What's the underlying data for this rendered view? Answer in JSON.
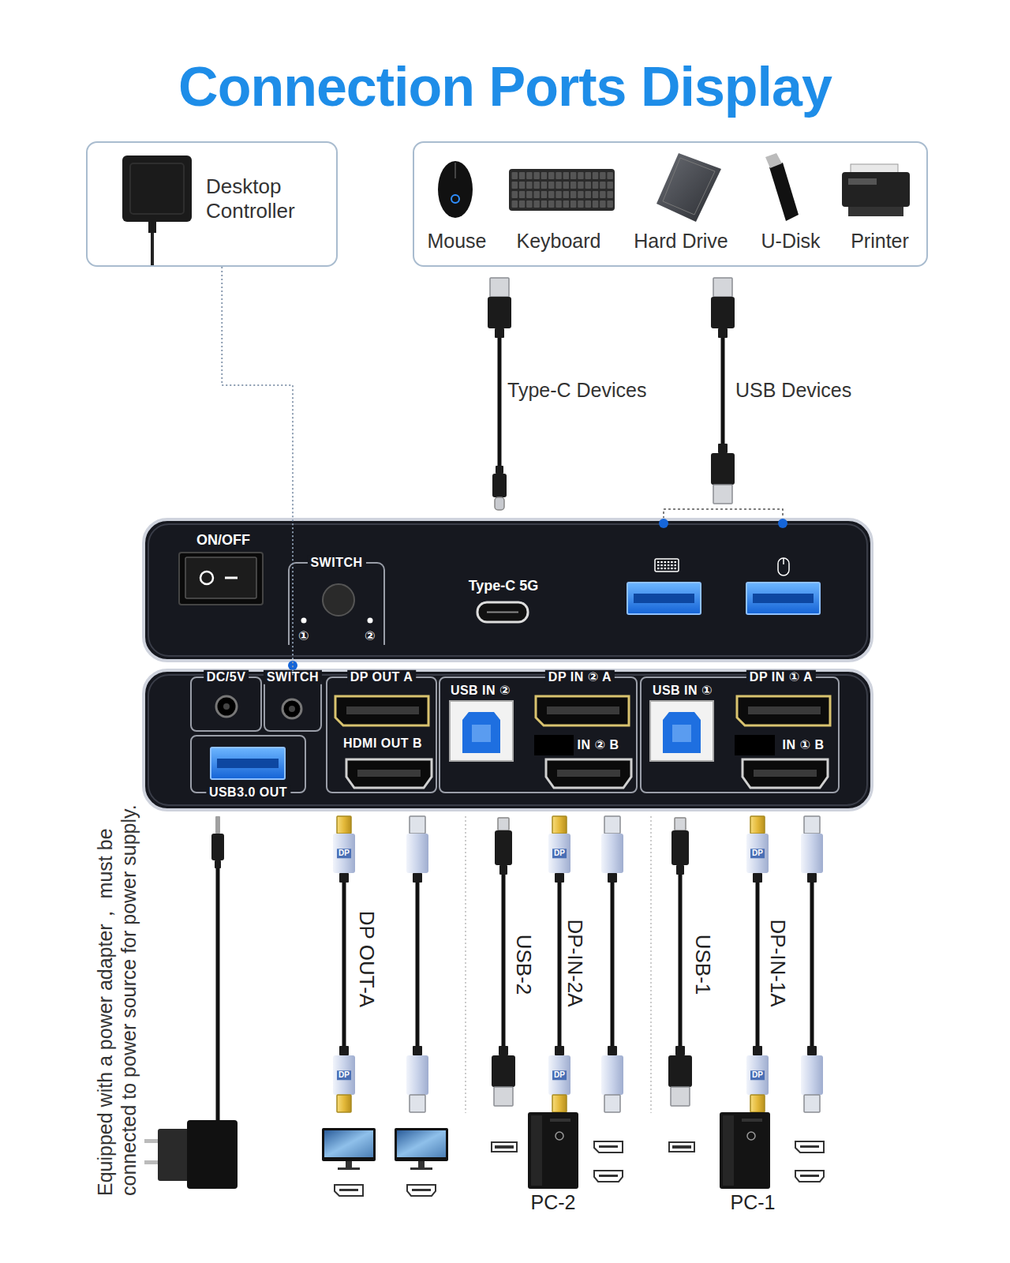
{
  "diagram": {
    "title": "Connection Ports Display",
    "nodes": [
      {
        "text": [
          "Desktop Controller"
        ]
      },
      {
        "text": [
          "Mouse",
          "Keyboard",
          "Hard Drive",
          "U-Disk",
          "Printer"
        ]
      },
      {
        "text": [
          "SWITCH",
          "①",
          "②"
        ]
      },
      {
        "text": [
          "DC/5V"
        ]
      },
      {
        "text": [
          "SWITCH"
        ]
      },
      {
        "text": [
          "USB3.0 OUT"
        ]
      },
      {
        "text": [
          "DP OUT A",
          "HDMI OUT B"
        ]
      },
      {
        "text": [
          "USB IN ②",
          "DP IN ② A",
          "IN ② B"
        ]
      },
      {
        "text": [
          "USB IN ①",
          "DP IN ① A",
          "IN ① B"
        ]
      }
    ],
    "edges": [
      {
        "from": 0,
        "to": 4,
        "arrow": "none"
      }
    ],
    "labels": [
      "Type-C Devices",
      "USB Devices",
      "ON/OFF",
      "Type-C 5G",
      "DP",
      "DP",
      "DP",
      "Equipped with a power adapter， must be connected to power source for power supply.",
      "DP OUT-A",
      "USB-2",
      "DP-IN-2A",
      "USB-1",
      "DP-IN-1A",
      "DP",
      "DP",
      "DP",
      "PC-2",
      "PC-1"
    ]
  }
}
